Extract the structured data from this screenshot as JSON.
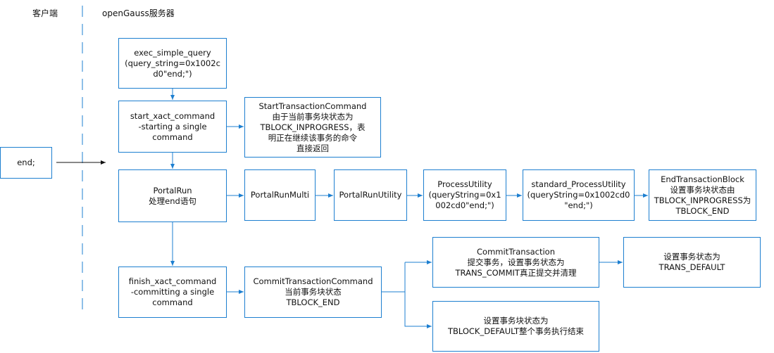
{
  "header": {
    "client_label": "客户端",
    "server_label": "openGauss服务器"
  },
  "client": {
    "input": "end;"
  },
  "nodes": {
    "exec_simple_query": [
      "exec_simple_query",
      "(query_string=0x1002c",
      "d0\"end;\")"
    ],
    "start_xact_command": [
      "start_xact_command",
      "-starting a single",
      "command"
    ],
    "start_transaction_command": [
      "StartTransactionCommand",
      "由于当前事务块状态为",
      "TBLOCK_INPROGRESS，表",
      "明正在继续该事务的命令",
      "直接返回"
    ],
    "portal_run": [
      "PortalRun",
      "处理end语句"
    ],
    "portal_run_multi": [
      "PortalRunMulti"
    ],
    "portal_run_utility": [
      "PortalRunUtility"
    ],
    "process_utility": [
      "ProcessUtility",
      "(queryString=0x1",
      "002cd0\"end;\")"
    ],
    "standard_process_utility": [
      "standard_ProcessUtility",
      "(queryString=0x1002cd0",
      "\"end;\")"
    ],
    "end_transaction_block": [
      "EndTransactionBlock",
      "设置事务块状态由",
      "TBLOCK_INPROGRESS为",
      "TBLOCK_END"
    ],
    "finish_xact_command": [
      "finish_xact_command",
      "-committing a single",
      "command"
    ],
    "commit_transaction_command": [
      "CommitTransactionCommand",
      "当前事务块状态",
      "TBLOCK_END"
    ],
    "commit_transaction": [
      "CommitTransaction",
      "提交事务，设置事务状态为",
      "TRANS_COMMIT真正提交并清理"
    ],
    "set_trans_default": [
      "设置事务状态为",
      "TRANS_DEFAULT"
    ],
    "set_tblock_default": [
      "设置事务块状态为",
      "TBLOCK_DEFAULT整个事务执行结束"
    ]
  },
  "colors": {
    "accent": "#1d7fd0",
    "text": "#111111"
  }
}
